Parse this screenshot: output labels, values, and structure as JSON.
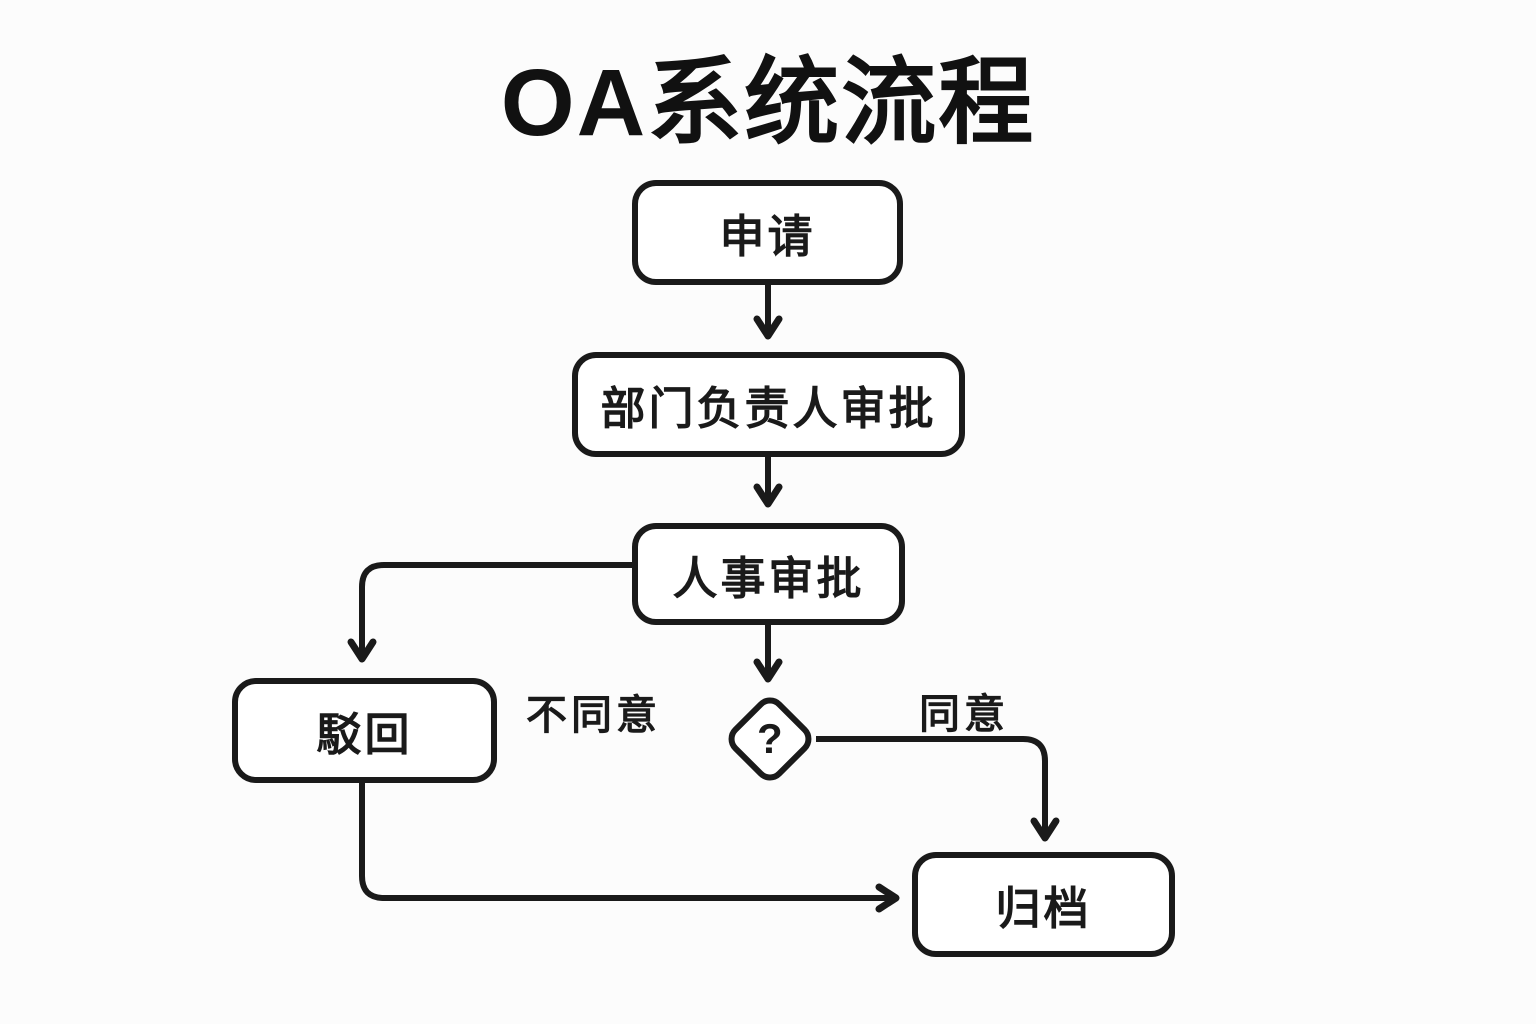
{
  "title": "OA系统流程",
  "flowchart": {
    "type": "flowchart",
    "nodes": {
      "apply": {
        "label": "申请",
        "shape": "rounded-rect"
      },
      "dept": {
        "label": "部门负责人审批",
        "shape": "rounded-rect"
      },
      "hr": {
        "label": "人事审批",
        "shape": "rounded-rect"
      },
      "decision": {
        "label": "?",
        "shape": "diamond"
      },
      "reject": {
        "label": "駁回",
        "shape": "rounded-rect"
      },
      "archive": {
        "label": "归档",
        "shape": "rounded-rect"
      }
    },
    "edges": [
      {
        "from": "申请",
        "to": "部门负责人审批",
        "label": ""
      },
      {
        "from": "部门负责人审批",
        "to": "人事审批",
        "label": ""
      },
      {
        "from": "人事审批",
        "to": "?",
        "label": ""
      },
      {
        "from": "人事审批",
        "to": "駁回",
        "label": "不同意"
      },
      {
        "from": "?",
        "to": "归档",
        "label": "同意"
      },
      {
        "from": "駁回",
        "to": "归档",
        "label": ""
      }
    ],
    "edge_labels": {
      "disagree": "不同意",
      "agree": "同意"
    },
    "colors": {
      "stroke": "#1a1a1a",
      "node_fill": "#ffffff",
      "background": "#fcfcfc",
      "text": "#111111"
    }
  }
}
